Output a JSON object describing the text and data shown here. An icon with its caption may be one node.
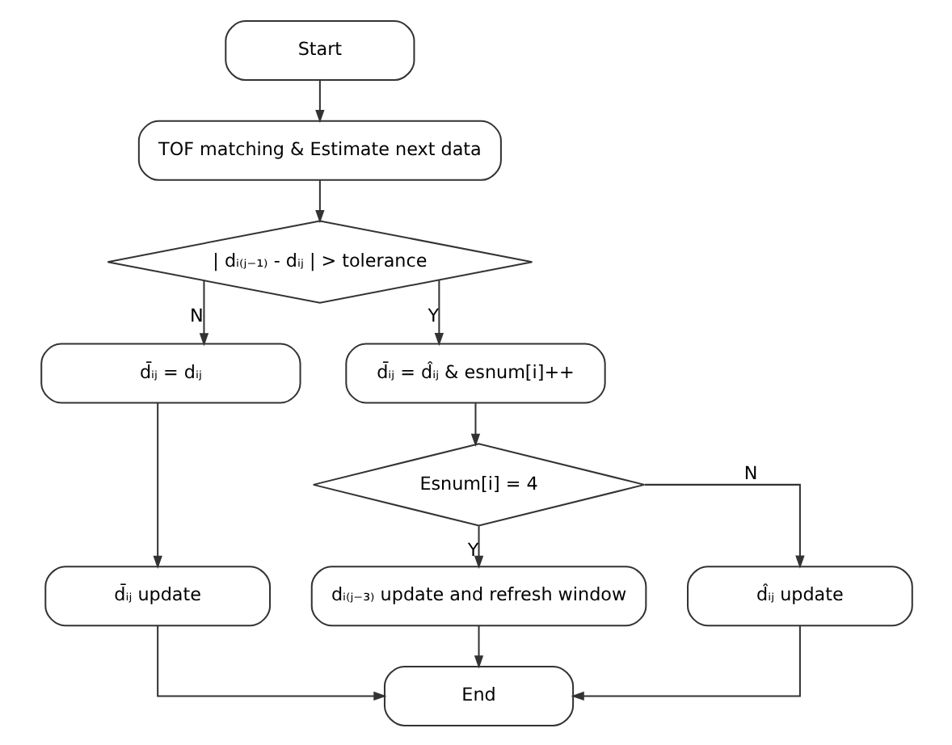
{
  "diagram": {
    "nodes": [
      {
        "text": [
          "Start"
        ]
      },
      {
        "text": [
          "TOF matching & Estimate next data"
        ]
      },
      {
        "text": [
          "| dᵢ₍ⱼ₋₁₎ - dᵢⱼ | > tolerance"
        ]
      },
      {
        "text": [
          "d̄ᵢⱼ = dᵢⱼ"
        ]
      },
      {
        "text": [
          "d̄ᵢⱼ = d̂ᵢⱼ & esnum[i]++"
        ]
      },
      {
        "text": [
          "Esnum[i] = 4"
        ]
      },
      {
        "text": [
          "d̄ᵢⱼ update"
        ]
      },
      {
        "text": [
          "dᵢ₍ⱼ₋₃₎ update and refresh window"
        ]
      },
      {
        "text": [
          "d̂ᵢⱼ update"
        ]
      },
      {
        "text": [
          "End"
        ]
      }
    ],
    "edges": [
      {
        "from": 0,
        "to": 1,
        "arrow": "to"
      },
      {
        "from": 1,
        "to": 2,
        "arrow": "to"
      },
      {
        "from": 2,
        "to": 3,
        "arrow": "to",
        "label": "N"
      },
      {
        "from": 2,
        "to": 4,
        "arrow": "to",
        "label": "Y"
      },
      {
        "from": 4,
        "to": 5,
        "arrow": "to"
      },
      {
        "from": 5,
        "to": 7,
        "arrow": "to",
        "label": "Y"
      },
      {
        "from": 5,
        "to": 8,
        "arrow": "to",
        "label": "N"
      },
      {
        "from": 3,
        "to": 6,
        "arrow": "to"
      },
      {
        "from": 6,
        "to": 9,
        "arrow": "to"
      },
      {
        "from": 7,
        "to": 9,
        "arrow": "to"
      },
      {
        "from": 8,
        "to": 9,
        "arrow": "to"
      }
    ]
  }
}
